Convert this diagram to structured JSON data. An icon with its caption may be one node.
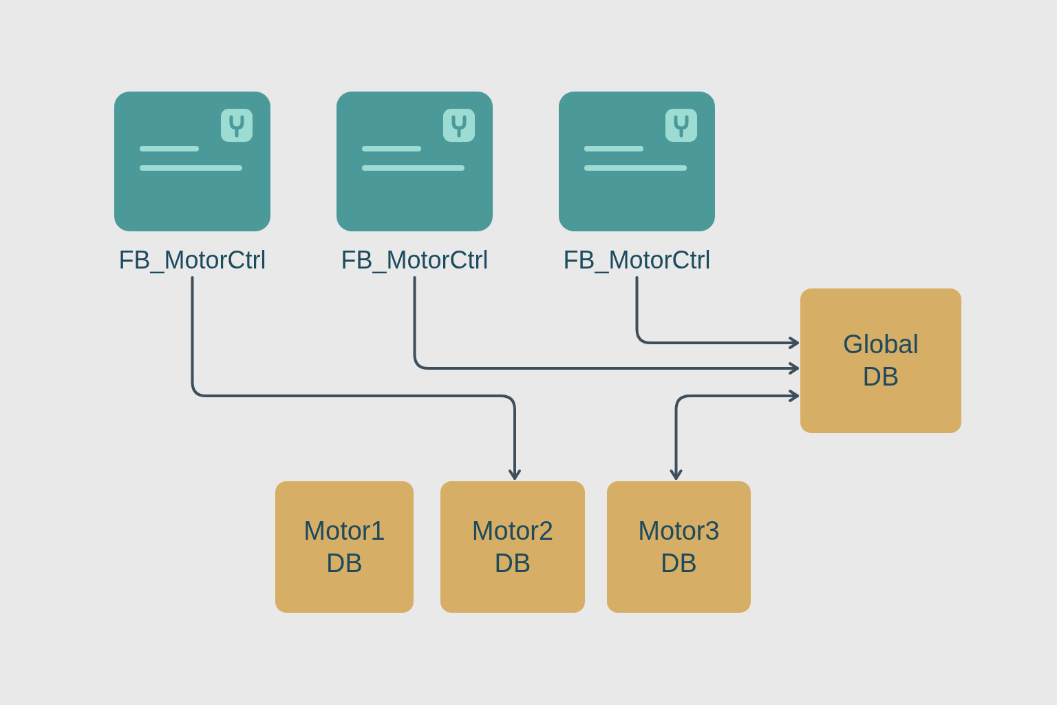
{
  "diagram": {
    "nodes": [
      {
        "text": [
          "FB_MotorCtrl"
        ]
      },
      {
        "text": [
          "FB_MotorCtrl"
        ]
      },
      {
        "text": [
          "FB_MotorCtrl"
        ]
      },
      {
        "text": [
          "Global DB"
        ]
      },
      {
        "text": [
          "Motor1 DB"
        ]
      },
      {
        "text": [
          "Motor2 DB"
        ]
      },
      {
        "text": [
          "Motor3 DB"
        ]
      }
    ],
    "edges": [
      {
        "from": 0,
        "to": 5,
        "arrow": "to"
      },
      {
        "from": 1,
        "to": 3,
        "arrow": "to"
      },
      {
        "from": 2,
        "to": 3,
        "arrow": "to"
      },
      {
        "from": 3,
        "to": 6,
        "arrow": "both"
      }
    ]
  }
}
